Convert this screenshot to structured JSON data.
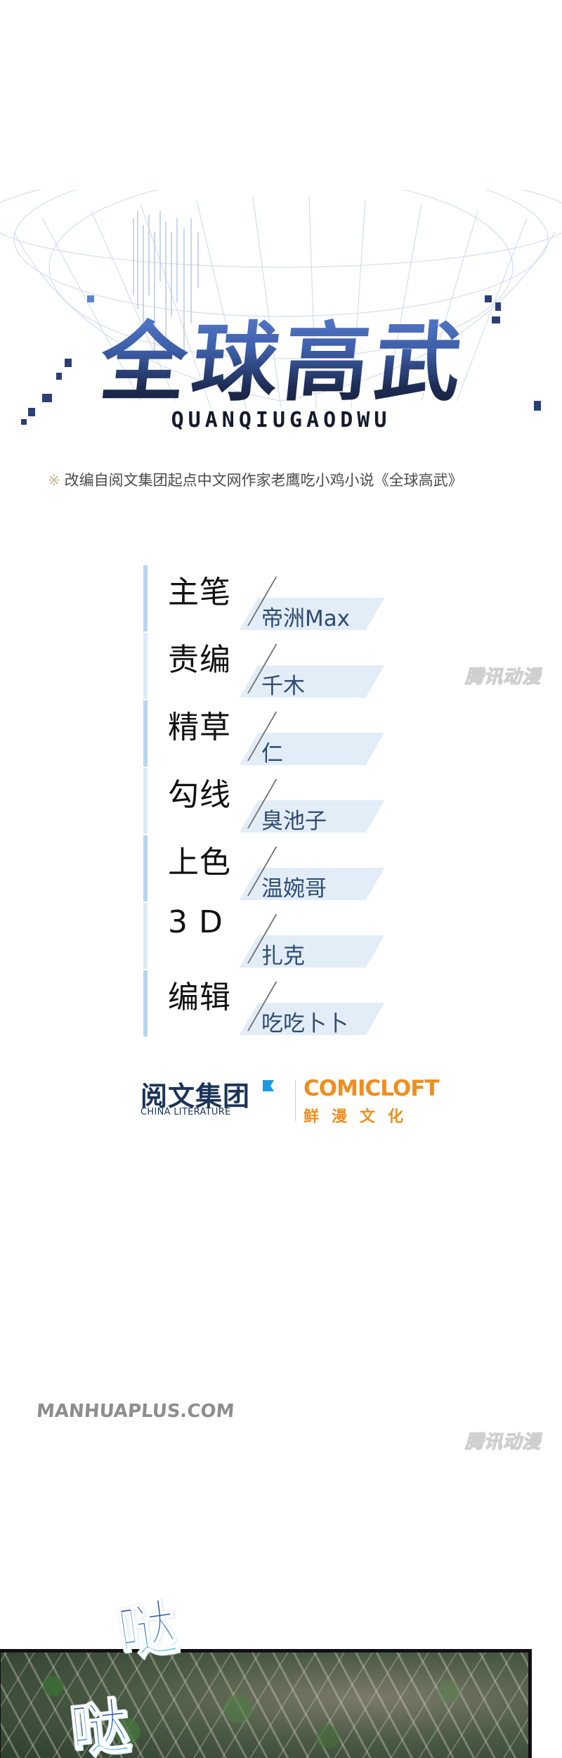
{
  "title": {
    "main": "全球高武",
    "romanized": "QUANQIUGAODWU",
    "adaptation_mark": "※",
    "adaptation_note": "改编自阅文集团起点中文网作家老鹰吃小鸡小说《全球高武》"
  },
  "credits": [
    {
      "role": "主笔",
      "name": "帝洲Max"
    },
    {
      "role": "责编",
      "name": "千木"
    },
    {
      "role": "精草",
      "name": "仁"
    },
    {
      "role": "勾线",
      "name": "臭池子"
    },
    {
      "role": "上色",
      "name": "温婉哥"
    },
    {
      "role": "3 D",
      "name": "扎克"
    },
    {
      "role": "编辑",
      "name": "吃吃卜卜"
    }
  ],
  "publishers": {
    "china_literature": {
      "name": "阅文集团",
      "subtitle": "CHINA LITERATURE"
    },
    "comicloft": {
      "name": "COMICLOFT",
      "subtitle": "鲜漫文化"
    }
  },
  "watermarks": {
    "tencent_1": "腾讯动漫",
    "tencent_2": "腾讯动漫",
    "site": "MANHUAPLUS.COM"
  },
  "panel": {
    "sfx_1": "哒",
    "sfx_2": "哒"
  },
  "colors": {
    "title_blue": "#3d5ea8",
    "bar_dark": "#b9d5f1",
    "bar_light": "#dde9f7",
    "tag_bg": "#e3edf8",
    "name_blue": "#2e4b70",
    "comicloft_orange": "#ef8e1e",
    "china_lit_navy": "#1c3458"
  }
}
